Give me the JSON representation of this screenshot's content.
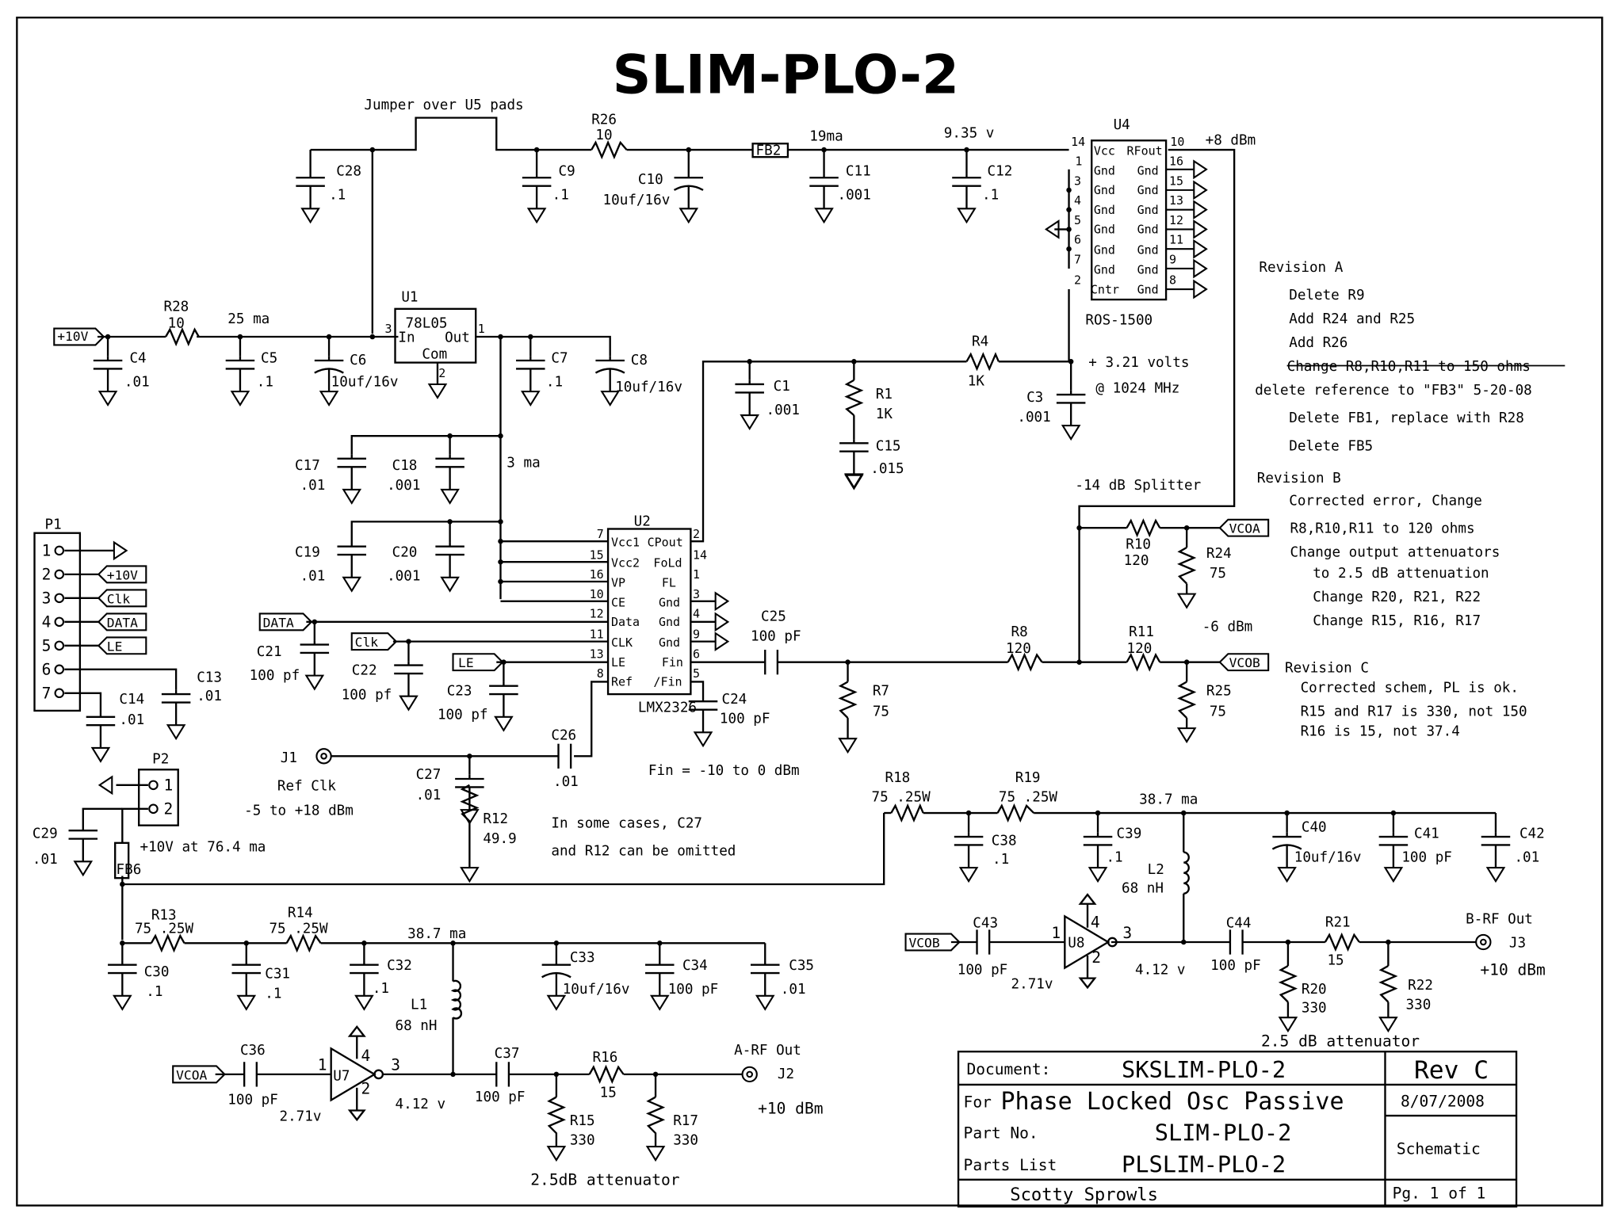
{
  "title": "SLIM-PLO-2",
  "notes": {
    "jumper": "Jumper over U5 pads",
    "current_19ma": "19ma",
    "voltage_935": "9.35 v",
    "u4_out": "+8 dBm",
    "current_25ma": "25 ma",
    "current_3ma": "3 ma",
    "volts_321": "+ 3.21 volts",
    "freq": "@ 1024 MHz",
    "splitter": "-14 dB Splitter",
    "minus6": "-6 dBm",
    "fin_range": "Fin = -10 to 0 dBm",
    "ref_clk": "Ref Clk",
    "ref_range": "-5 to +18 dBm",
    "p2_supply": "+10V at 76.4 ma",
    "omit_1": "In some cases, C27",
    "omit_2": "and R12 can be omitted",
    "cur_387_b": "38.7 ma",
    "cur_387_a": "38.7 ma",
    "v_412_a": "4.12 v",
    "v_412_b": "4.12 v",
    "v_271_a": "2.71v",
    "v_271_b": "2.71v",
    "att_a": "2.5dB attenuator",
    "att_b": "2.5 dB attenuator",
    "out_a": "A-RF Out",
    "out_b": "B-RF Out",
    "dbm_a": "+10 dBm",
    "dbm_b": "+10 dBm"
  },
  "revisions": [
    {
      "text": "Revision A"
    },
    {
      "text": "Delete R9"
    },
    {
      "text": "Add R24 and R25"
    },
    {
      "text": "Add R26"
    },
    {
      "text": "Change R8,R10,R11 to 150 ohms"
    },
    {
      "text": "delete reference to \"FB3\" 5-20-08"
    },
    {
      "text": "Delete FB1, replace with R28"
    },
    {
      "text": "Delete FB5"
    },
    {
      "text": "Revision B"
    },
    {
      "text": "Corrected error, Change"
    },
    {
      "text": "R8,R10,R11 to 120 ohms"
    },
    {
      "text": "Change output attenuators"
    },
    {
      "text": "to 2.5 dB attenuation"
    },
    {
      "text": "Change R20, R21, R22"
    },
    {
      "text": "Change R15, R16, R17"
    },
    {
      "text": "Revision C"
    },
    {
      "text": "Corrected schem, PL is ok."
    },
    {
      "text": "R15 and R17 is 330, not 150"
    },
    {
      "text": "R16 is 15, not 37.4"
    }
  ],
  "labels": [
    {
      "t": "C28"
    },
    {
      "t": ".1"
    },
    {
      "t": "C9"
    },
    {
      "t": ".1"
    },
    {
      "t": "R26"
    },
    {
      "t": "10"
    },
    {
      "t": "C10"
    },
    {
      "t": "10uf/16v"
    },
    {
      "t": "FB2"
    },
    {
      "t": "C11"
    },
    {
      "t": ".001"
    },
    {
      "t": "C12"
    },
    {
      "t": ".1"
    },
    {
      "t": "U4"
    },
    {
      "t": "ROS-1500"
    },
    {
      "t": "R28"
    },
    {
      "t": "10"
    },
    {
      "t": "C4"
    },
    {
      "t": ".01"
    },
    {
      "t": "C5"
    },
    {
      "t": ".1"
    },
    {
      "t": "C6"
    },
    {
      "t": "10uf/16v"
    },
    {
      "t": "U1"
    },
    {
      "t": "78L05"
    },
    {
      "t": "In"
    },
    {
      "t": "Out"
    },
    {
      "t": "Com"
    },
    {
      "t": "C7"
    },
    {
      "t": ".1"
    },
    {
      "t": "C8"
    },
    {
      "t": "10uf/16v"
    },
    {
      "t": "C1"
    },
    {
      "t": ".001"
    },
    {
      "t": "R1"
    },
    {
      "t": "1K"
    },
    {
      "t": "C15"
    },
    {
      "t": ".015"
    },
    {
      "t": "R4"
    },
    {
      "t": "1K"
    },
    {
      "t": "C3"
    },
    {
      "t": ".001"
    },
    {
      "t": "C17"
    },
    {
      "t": ".01"
    },
    {
      "t": "C18"
    },
    {
      "t": ".001"
    },
    {
      "t": "C19"
    },
    {
      "t": ".01"
    },
    {
      "t": "C20"
    },
    {
      "t": ".001"
    },
    {
      "t": "U2"
    },
    {
      "t": "LMX2326"
    },
    {
      "t": "C21"
    },
    {
      "t": "100 pf"
    },
    {
      "t": "C22"
    },
    {
      "t": "100 pf"
    },
    {
      "t": "C23"
    },
    {
      "t": "100 pf"
    },
    {
      "t": "C25"
    },
    {
      "t": "100 pF"
    },
    {
      "t": "C24"
    },
    {
      "t": "100 pF"
    },
    {
      "t": "R7"
    },
    {
      "t": "75"
    },
    {
      "t": "R8"
    },
    {
      "t": "120"
    },
    {
      "t": "R10"
    },
    {
      "t": "120"
    },
    {
      "t": "R24"
    },
    {
      "t": "75"
    },
    {
      "t": "R11"
    },
    {
      "t": "120"
    },
    {
      "t": "R25"
    },
    {
      "t": "75"
    },
    {
      "t": "C26"
    },
    {
      "t": ".01"
    },
    {
      "t": "C27"
    },
    {
      "t": ".01"
    },
    {
      "t": "R12"
    },
    {
      "t": "49.9"
    },
    {
      "t": "J1"
    },
    {
      "t": "P1"
    },
    {
      "t": "C13"
    },
    {
      "t": ".01"
    },
    {
      "t": "C14"
    },
    {
      "t": ".01"
    },
    {
      "t": "P2"
    },
    {
      "t": "C29"
    },
    {
      "t": ".01"
    },
    {
      "t": "FB6"
    },
    {
      "t": "R18"
    },
    {
      "t": "75 .25W"
    },
    {
      "t": "R19"
    },
    {
      "t": "75 .25W"
    },
    {
      "t": "C38"
    },
    {
      "t": ".1"
    },
    {
      "t": "C39"
    },
    {
      "t": ".1"
    },
    {
      "t": "C40"
    },
    {
      "t": "10uf/16v"
    },
    {
      "t": "C41"
    },
    {
      "t": "100 pF"
    },
    {
      "t": "C42"
    },
    {
      "t": ".01"
    },
    {
      "t": "L2"
    },
    {
      "t": "68 nH"
    },
    {
      "t": "C43"
    },
    {
      "t": "100 pF"
    },
    {
      "t": "U8"
    },
    {
      "t": "C44"
    },
    {
      "t": "100 pF"
    },
    {
      "t": "R21"
    },
    {
      "t": "15"
    },
    {
      "t": "R20"
    },
    {
      "t": "330"
    },
    {
      "t": "R22"
    },
    {
      "t": "330"
    },
    {
      "t": "J3"
    },
    {
      "t": "R13"
    },
    {
      "t": "75 .25W"
    },
    {
      "t": "R14"
    },
    {
      "t": "75 .25W"
    },
    {
      "t": "C30"
    },
    {
      "t": ".1"
    },
    {
      "t": "C31"
    },
    {
      "t": ".1"
    },
    {
      "t": "C32"
    },
    {
      "t": ".1"
    },
    {
      "t": "C33"
    },
    {
      "t": "10uf/16v"
    },
    {
      "t": "C34"
    },
    {
      "t": "100 pF"
    },
    {
      "t": "C35"
    },
    {
      "t": ".01"
    },
    {
      "t": "L1"
    },
    {
      "t": "68 nH"
    },
    {
      "t": "C36"
    },
    {
      "t": "100 pF"
    },
    {
      "t": "U7"
    },
    {
      "t": "C37"
    },
    {
      "t": "100 pF"
    },
    {
      "t": "R16"
    },
    {
      "t": "15"
    },
    {
      "t": "R15"
    },
    {
      "t": "330"
    },
    {
      "t": "R17"
    },
    {
      "t": "330"
    },
    {
      "t": "J2"
    }
  ],
  "pins": [
    {
      "t": "14"
    },
    {
      "t": "1"
    },
    {
      "t": "3"
    },
    {
      "t": "4"
    },
    {
      "t": "5"
    },
    {
      "t": "6"
    },
    {
      "t": "7"
    },
    {
      "t": "2"
    },
    {
      "t": "Vcc"
    },
    {
      "t": "Gnd"
    },
    {
      "t": "Gnd"
    },
    {
      "t": "Gnd"
    },
    {
      "t": "Gnd"
    },
    {
      "t": "Gnd"
    },
    {
      "t": "Gnd"
    },
    {
      "t": "Cntr"
    },
    {
      "t": "RFout"
    },
    {
      "t": "Gnd"
    },
    {
      "t": "Gnd"
    },
    {
      "t": "Gnd"
    },
    {
      "t": "Gnd"
    },
    {
      "t": "Gnd"
    },
    {
      "t": "Gnd"
    },
    {
      "t": "Gnd"
    },
    {
      "t": "10"
    },
    {
      "t": "16"
    },
    {
      "t": "15"
    },
    {
      "t": "13"
    },
    {
      "t": "12"
    },
    {
      "t": "11"
    },
    {
      "t": "9"
    },
    {
      "t": "8"
    },
    {
      "t": "3"
    },
    {
      "t": "1"
    },
    {
      "t": "2"
    },
    {
      "t": "7"
    },
    {
      "t": "15"
    },
    {
      "t": "16"
    },
    {
      "t": "10"
    },
    {
      "t": "12"
    },
    {
      "t": "11"
    },
    {
      "t": "13"
    },
    {
      "t": "8"
    },
    {
      "t": "Vcc1"
    },
    {
      "t": "Vcc2"
    },
    {
      "t": "VP"
    },
    {
      "t": "CE"
    },
    {
      "t": "Data"
    },
    {
      "t": "CLK"
    },
    {
      "t": "LE"
    },
    {
      "t": "Ref"
    },
    {
      "t": "CPout"
    },
    {
      "t": "FoLd"
    },
    {
      "t": "FL"
    },
    {
      "t": "Gnd"
    },
    {
      "t": "Gnd"
    },
    {
      "t": "Gnd"
    },
    {
      "t": "Fin"
    },
    {
      "t": "/Fin"
    },
    {
      "t": "2"
    },
    {
      "t": "14"
    },
    {
      "t": "1"
    },
    {
      "t": "3"
    },
    {
      "t": "4"
    },
    {
      "t": "9"
    },
    {
      "t": "6"
    },
    {
      "t": "5"
    },
    {
      "t": "1"
    },
    {
      "t": "2"
    },
    {
      "t": "3"
    },
    {
      "t": "4"
    },
    {
      "t": "5"
    },
    {
      "t": "6"
    },
    {
      "t": "7"
    },
    {
      "t": "1"
    },
    {
      "t": "2"
    },
    {
      "t": "4"
    },
    {
      "t": "1"
    },
    {
      "t": "3"
    },
    {
      "t": "2"
    },
    {
      "t": "4"
    },
    {
      "t": "1"
    },
    {
      "t": "3"
    },
    {
      "t": "2"
    }
  ],
  "nets": {
    "p10v": "+10V",
    "vcoa": "VCOA",
    "vcob": "VCOB",
    "data": "DATA",
    "clk": "Clk",
    "le": "LE",
    "p1_10v": "+10V",
    "p1_clk": "Clk",
    "p1_data": "DATA",
    "p1_le": "LE",
    "vcob_u8": "VCOB",
    "vcoa_u7": "VCOA"
  },
  "title_block": {
    "document_label": "Document:",
    "document": "SKSLIM-PLO-2",
    "rev": "Rev C",
    "for_label": "For",
    "for_value": "Phase Locked Osc Passive",
    "date": "8/07/2008",
    "partno_label": "Part No.",
    "partno": "SLIM-PLO-2",
    "partslist_label": "Parts List",
    "partslist": "PLSLIM-PLO-2",
    "type": "Schematic",
    "author": "Scotty Sprowls",
    "page": "Pg. 1 of 1"
  }
}
